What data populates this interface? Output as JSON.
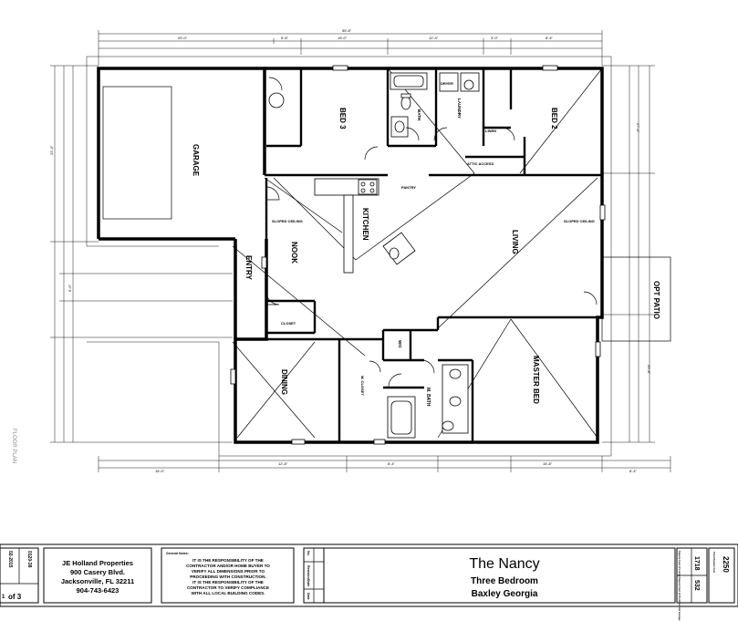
{
  "plan": {
    "rooms": {
      "garage": "GARAGE",
      "bed3": "BED 3",
      "bath": "BATH",
      "laundry": "LAUNDRY",
      "linen": "LINEN",
      "bed2": "BED 2",
      "closet": "CLOSET",
      "kitchen": "KITCHEN",
      "nook": "NOOK",
      "entry": "ENTRY",
      "living": "LIVING",
      "dining": "DINING",
      "master_bath": "M. BATH",
      "master_bed": "MASTER BED",
      "wic": "WIC",
      "opt_patio": "OPT PATIO",
      "pantry": "PANTRY",
      "m_closet": "M. CLOSET",
      "dryer": "DRYER",
      "attic_access": "ATTIC ACCESS",
      "sloped_ceiling_1": "SLOPED CEILING",
      "sloped_ceiling_2": "SLOPED CEILING"
    },
    "dims": {
      "overall_top": "55'-8\"",
      "top_a": "20'-0\"",
      "top_b": "5'-6\"",
      "top_c": "15'-0\"",
      "top_d": "12'-4\"",
      "top_e": "3'-0\"",
      "top_f": "8'-4\"",
      "bottom_a": "15'-0\"",
      "bottom_b": "12'-8\"",
      "bottom_c": "8'-4\"",
      "bottom_d": "15'-8\"",
      "bottom_e": "8'-4\"",
      "left_a": "22'-4\"",
      "left_b": "6'-0\"",
      "right_a": "27'-4\"",
      "right_b": "25'-8\""
    }
  },
  "titleblock": {
    "sheet_label": "of 3",
    "sheet_number": "1",
    "date": "02-2015",
    "project_no": "0120-38",
    "company": {
      "name": "JE Holland Properties",
      "address1": "900 Casery Blvd.",
      "address2": "Jacksonville, FL 32211",
      "phone": "904-743-6423"
    },
    "notes": {
      "heading": "General Notes:",
      "line1": "IT IS THE RESPONSIBILITY OF THE",
      "line2": "CONTRACTOR AND/OR HOME BUYER TO",
      "line3": "VERIFY ALL DIMENSIONS PRIOR TO",
      "line4": "PROCEEDING WITH CONSTRUCTION.",
      "line5": "IT IS THE RESPONSIBILITY OF THE",
      "line6": "CONTRACTOR TO VERIFY COMPLIANCE",
      "line7": "WITH ALL LOCAL BUILDING CODES."
    },
    "revisions_label": "Revision/Date",
    "no_label": "No.",
    "date_label": "Date",
    "plan_title": "The Nancy",
    "plan_subtitle": "Three Bedroom",
    "plan_location": "Baxley Georgia",
    "area": {
      "living_label": "Square Feet of Living",
      "living_value": "1718",
      "porch_label": "Square Feet of Porches and Garage",
      "porch_value": "532",
      "total_label": "Total Square Feet",
      "total_value": "2250"
    }
  },
  "margin_text": "FLOOR PLAN"
}
